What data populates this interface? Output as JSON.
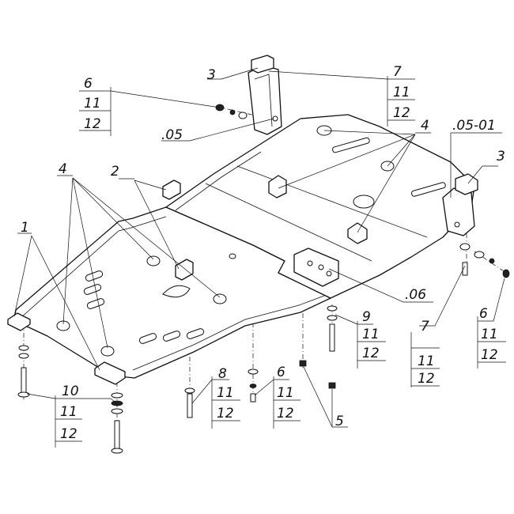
{
  "diagram": {
    "callouts": {
      "c1": "1",
      "c2": "2",
      "c3_top": "3",
      "c3_right": "3",
      "c4_left": "4",
      "c4_right": "4",
      "c5": "5",
      "c6_left": "6",
      "c6_mid": "6",
      "c6_right": "6",
      "c7_top": "7",
      "c7_right": "7",
      "c8": "8",
      "c9": "9",
      "c10": "10",
      "c05": ".05",
      "c05_01": ".05-01",
      "c06": ".06"
    },
    "stacks": {
      "s11": "11",
      "s12": "12"
    }
  }
}
